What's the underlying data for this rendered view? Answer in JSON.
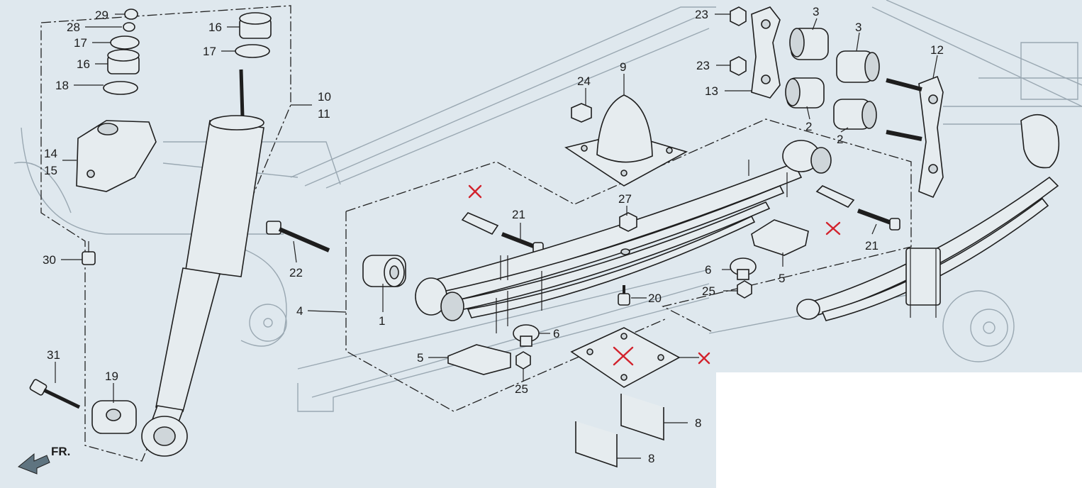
{
  "diagram": {
    "front_label": "FR.",
    "callouts": [
      {
        "id": "c29",
        "text": "29"
      },
      {
        "id": "c28",
        "text": "28"
      },
      {
        "id": "c17a",
        "text": "17"
      },
      {
        "id": "c16a",
        "text": "16"
      },
      {
        "id": "c18",
        "text": "18"
      },
      {
        "id": "c16b",
        "text": "16"
      },
      {
        "id": "c17b",
        "text": "17"
      },
      {
        "id": "c14",
        "text": "14"
      },
      {
        "id": "c15",
        "text": "15"
      },
      {
        "id": "c10",
        "text": "10"
      },
      {
        "id": "c11",
        "text": "11"
      },
      {
        "id": "c30",
        "text": "30"
      },
      {
        "id": "c31",
        "text": "31"
      },
      {
        "id": "c19",
        "text": "19"
      },
      {
        "id": "c22",
        "text": "22"
      },
      {
        "id": "c4",
        "text": "4"
      },
      {
        "id": "c1",
        "text": "1"
      },
      {
        "id": "c21a",
        "text": "21"
      },
      {
        "id": "c24",
        "text": "24"
      },
      {
        "id": "c9",
        "text": "9"
      },
      {
        "id": "c27",
        "text": "27"
      },
      {
        "id": "c20",
        "text": "20"
      },
      {
        "id": "c6a",
        "text": "6"
      },
      {
        "id": "c5a",
        "text": "5"
      },
      {
        "id": "c25a",
        "text": "25"
      },
      {
        "id": "c23a",
        "text": "23"
      },
      {
        "id": "c23b",
        "text": "23"
      },
      {
        "id": "c13",
        "text": "13"
      },
      {
        "id": "c3a",
        "text": "3"
      },
      {
        "id": "c3b",
        "text": "3"
      },
      {
        "id": "c12",
        "text": "12"
      },
      {
        "id": "c2a",
        "text": "2"
      },
      {
        "id": "c2b",
        "text": "2"
      },
      {
        "id": "c21b",
        "text": "21"
      },
      {
        "id": "c6b",
        "text": "6"
      },
      {
        "id": "c25b",
        "text": "25"
      },
      {
        "id": "c5b",
        "text": "5"
      },
      {
        "id": "c8a",
        "text": "8"
      },
      {
        "id": "c8b",
        "text": "8"
      }
    ]
  },
  "colors": {
    "background": "#dfe8ee",
    "line": "#1e1e1e",
    "faded_frame": "#9aa8b2",
    "removed_mark": "#d2222c"
  }
}
